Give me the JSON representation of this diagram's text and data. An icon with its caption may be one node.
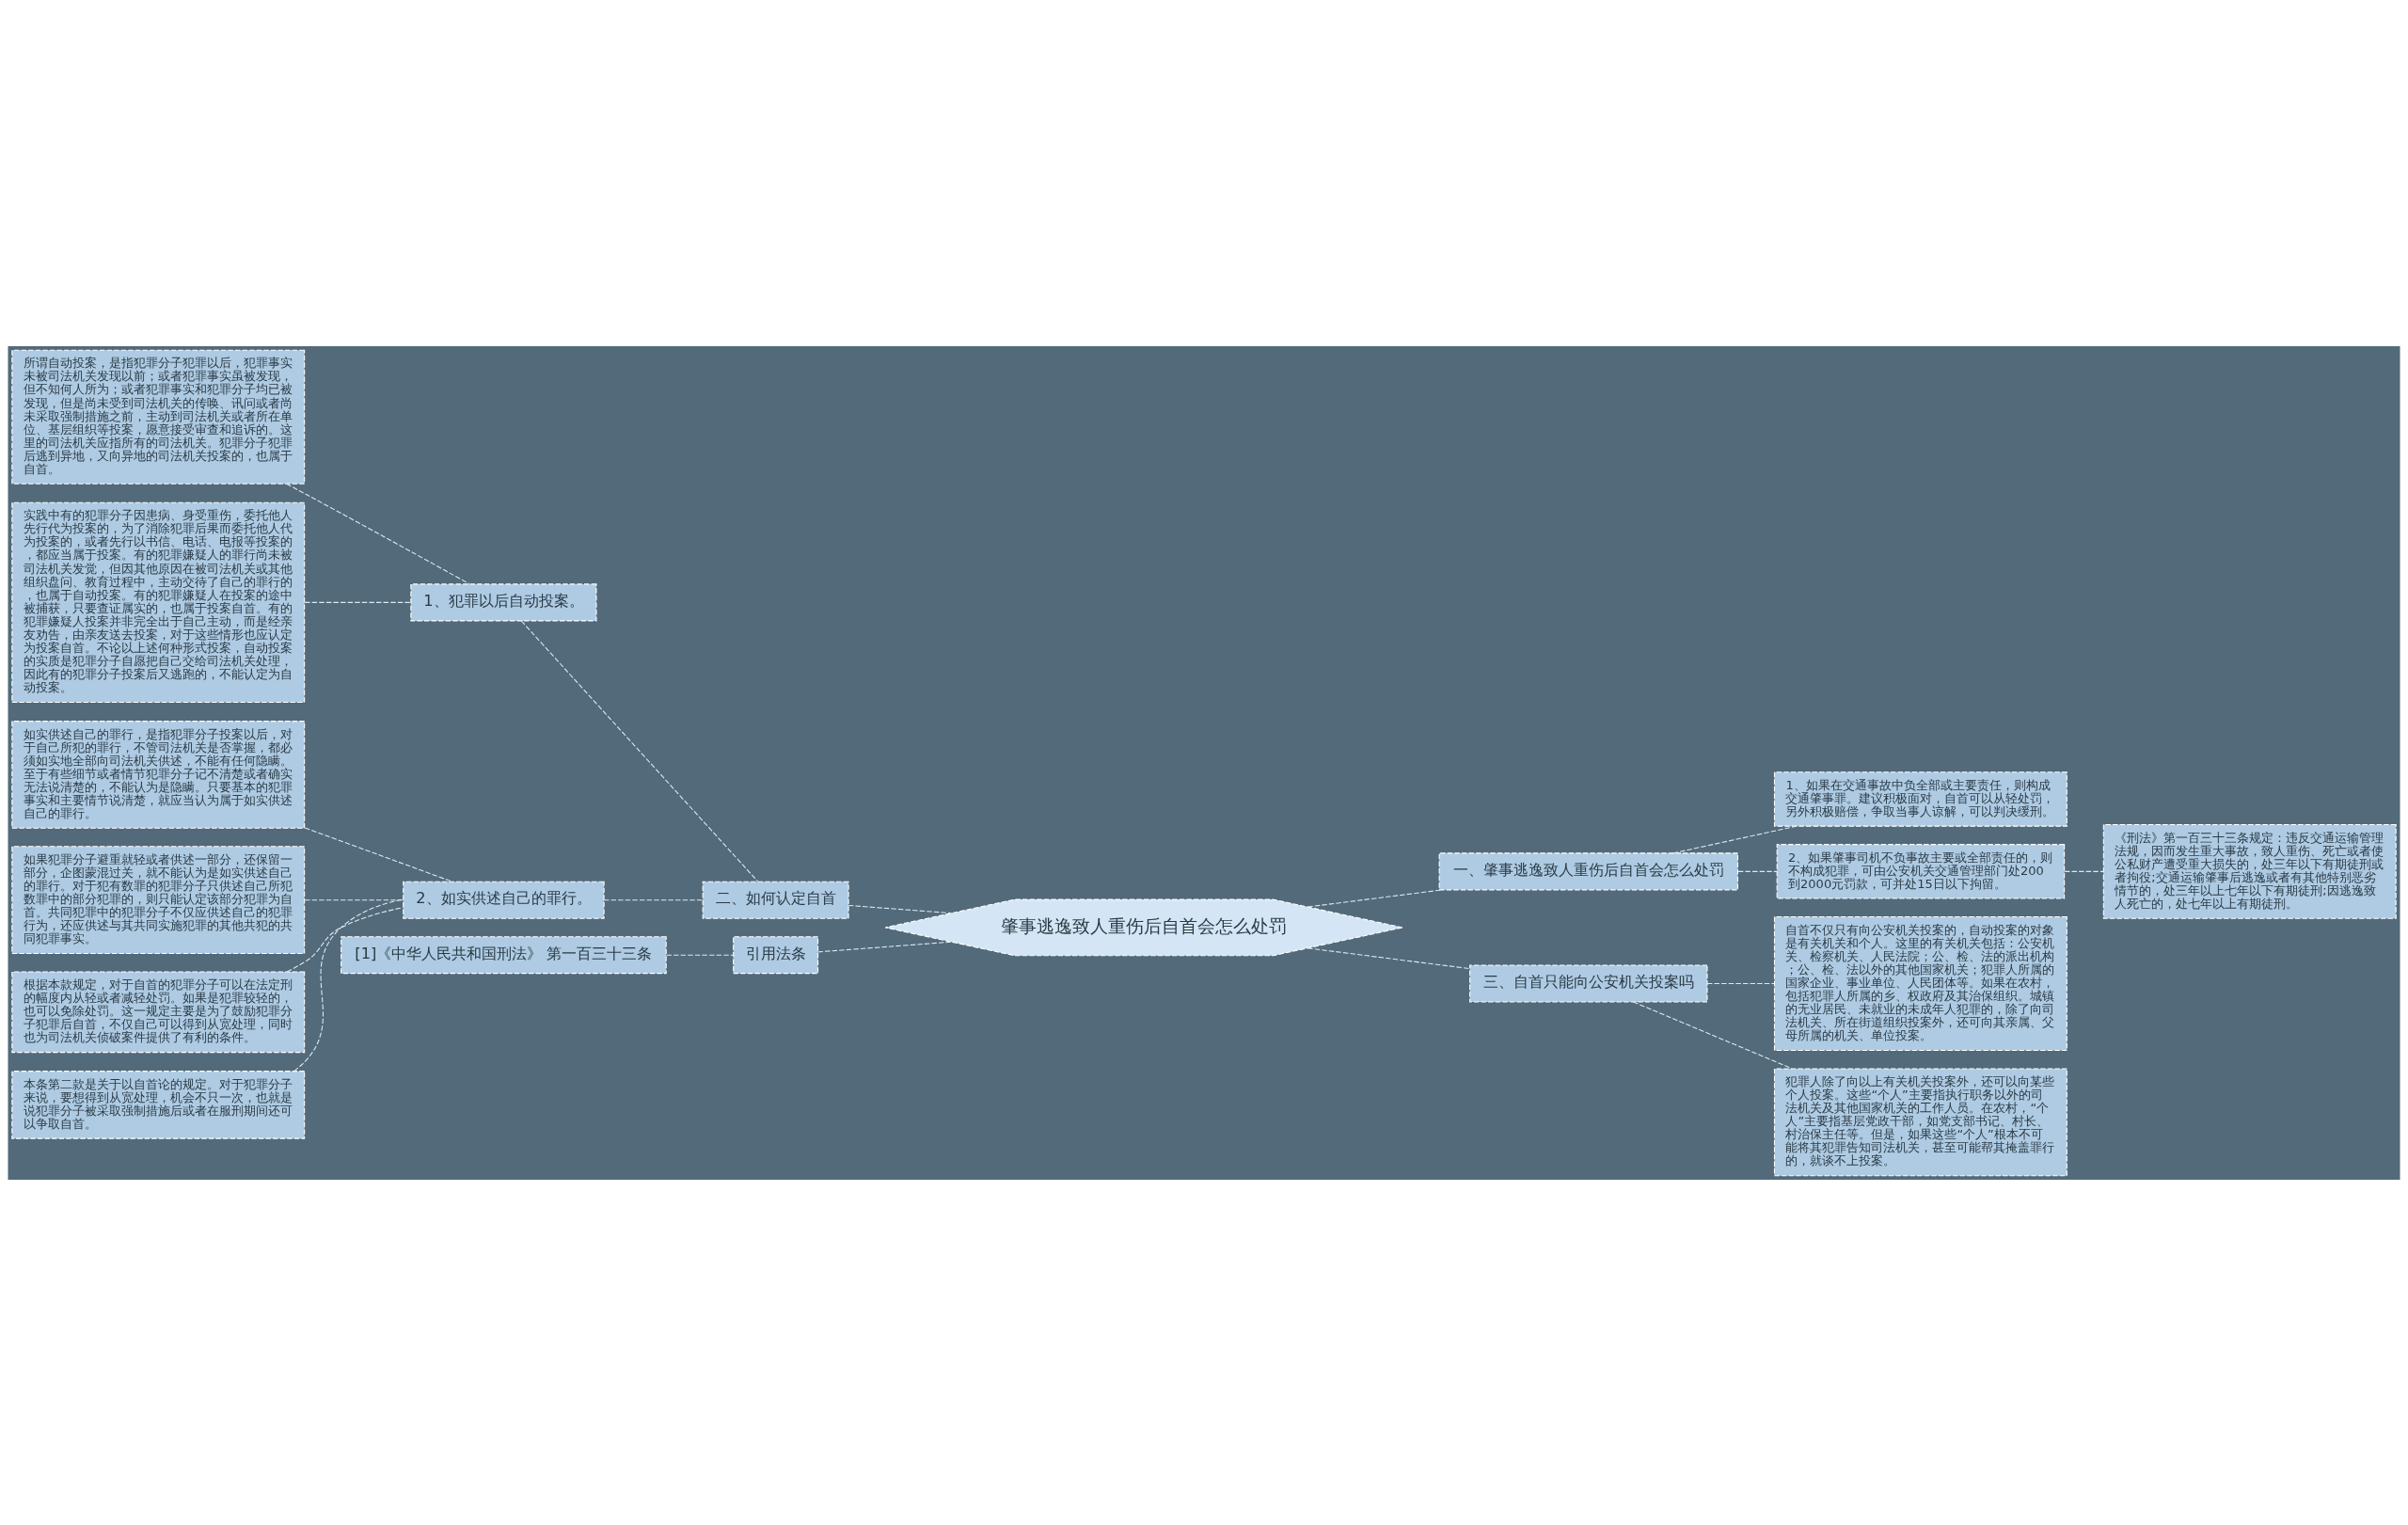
{
  "diagram": {
    "nodes": [
      {
        "text": [
          "肇事逃逸致人重伤后自首会怎么处罚"
        ]
      },
      {
        "text": [
          "二、如何认定自首"
        ]
      },
      {
        "text": [
          "1、犯罪以后自动投案。"
        ]
      },
      {
        "text": [
          "所谓自动投案，是指犯罪分子犯罪以后，犯罪事实未被司法机关发现以前；或者犯罪事实虽被发现，但不知何人所为；或者犯罪事实和犯罪分子均已被发现，但是尚未受到司法机关的传唤、讯问或者尚未采取强制措施之前，主动到司法机关或者所在单位、基层组织等投案，愿意接受审查和追诉的。这里的司法机关应指所有的司法机关。犯罪分子犯罪后逃到异地，又向异地的司法机关投案的，也属于自首。"
        ]
      },
      {
        "text": [
          "实践中有的犯罪分子因患病、身受重伤，委托他人先行代为投案的，为了消除犯罪后果而委托他人代为投案的，或者先行以书信、电话、电报等投案的，都应当属于投案。有的犯罪嫌疑人的罪行尚未被司法机关发觉，但因其他原因在被司法机关或其他组织盘问、教育过程中，主动交待了自己的罪行的，也属于自动投案。有的犯罪嫌疑人在投案的途中被捕获，只要查证属实的，也属于投案自首。有的犯罪嫌疑人投案并非完全出于自己主动，而是经亲友劝告，由亲友送去投案，对于这些情形也应认定为投案自首。不论以上述何种形式投案，自动投案的实质是犯罪分子自愿把自己交给司法机关处理，因此有的犯罪分子投案后又逃跑的，不能认定为自动投案。"
        ]
      },
      {
        "text": [
          "2、如实供述自己的罪行。"
        ]
      },
      {
        "text": [
          "如实供述自己的罪行，是指犯罪分子投案以后，对于自己所犯的罪行，不管司法机关是否掌握，都必须如实地全部向司法机关供述，不能有任何隐瞒。至于有些细节或者情节犯罪分子记不清楚或者确实无法说清楚的，不能认为是隐瞒。只要基本的犯罪事实和主要情节说清楚，就应当认为属于如实供述自己的罪行。"
        ]
      },
      {
        "text": [
          "如果犯罪分子避重就轻或者供述一部分，还保留一部分，企图蒙混过关，就不能认为是如实供述自己的罪行。对于犯有数罪的犯罪分子只供述自己所犯数罪中的部分犯罪的，则只能认定该部分犯罪为自首。共同犯罪中的犯罪分子不仅应供述自己的犯罪行为，还应供述与其共同实施犯罪的其他共犯的共同犯罪事实。"
        ]
      },
      {
        "text": [
          "根据本款规定，对于自首的犯罪分子可以在法定刑的幅度内从轻或者减轻处罚。如果是犯罪较轻的，也可以免除处罚。这一规定主要是为了鼓励犯罪分子犯罪后自首，不仅自己可以得到从宽处理，同时也为司法机关侦破案件提供了有利的条件。"
        ]
      },
      {
        "text": [
          "本条第二款是关于以自首论的规定。对于犯罪分子来说，要想得到从宽处理，机会不只一次，也就是说犯罪分子被采取强制措施后或者在服刑期间还可以争取自首。"
        ]
      },
      {
        "text": [
          "引用法条"
        ]
      },
      {
        "text": [
          "[1]《中华人民共和国刑法》 第一百三十三条"
        ]
      },
      {
        "text": [
          "一、肇事逃逸致人重伤后自首会怎么处罚"
        ]
      },
      {
        "text": [
          "1、如果在交通事故中负全部或主要责任，则构成交通肇事罪。建议积极面对，自首可以从轻处罚，另外积极赔偿，争取当事人谅解，可以判决缓刑。"
        ]
      },
      {
        "text": [
          "2、如果肇事司机不负事故主要或全部责任的，则不构成犯罪，可由公安机关交通管理部门处200到2000元罚款，可并处15日以下拘留。"
        ]
      },
      {
        "text": [
          "《刑法》第一百三十三条规定：违反交通运输管理法规，因而发生重大事故，致人重伤、死亡或者使公私财产遭受重大损失的，处三年以下有期徒刑或者拘役;交通运输肇事后逃逸或者有其他特别恶劣情节的，处三年以上七年以下有期徒刑;因逃逸致人死亡的，处七年以上有期徒刑。"
        ]
      },
      {
        "text": [
          "三、自首只能向公安机关投案吗"
        ]
      },
      {
        "text": [
          "自首不仅只有向公安机关投案的，自动投案的对象是有关机关和个人。这里的有关机关包括：公安机关、检察机关、人民法院；公、检、法的派出机构；公、检、法以外的其他国家机关；犯罪人所属的国家企业、事业单位、人民团体等。如果在农村，包括犯罪人所属的乡、权政府及其治保组织。城镇的无业居民、未就业的未成年人犯罪的，除了向司法机关、所在街道组织投案外，还可向其亲属、父母所属的机关、单位投案。"
        ]
      },
      {
        "text": [
          "犯罪人除了向以上有关机关投案外，还可以向某些个人投案。这些“个人”主要指执行职务以外的司法机关及其他国家机关的工作人员。在农村，“个人”主要指基层党政干部，如党支部书记、村长、村治保主任等。但是，如果这些“个人”根本不可能将其犯罪告知司法机关，甚至可能帮其掩盖罪行的，就谈不上投案。"
        ]
      }
    ],
    "edges": [
      {
        "from": 1,
        "to": 0,
        "arrow": "none",
        "style": "dashed"
      },
      {
        "from": 2,
        "to": 1,
        "arrow": "none",
        "style": "dashed"
      },
      {
        "from": 3,
        "to": 2,
        "arrow": "none",
        "style": "dashed"
      },
      {
        "from": 4,
        "to": 2,
        "arrow": "none",
        "style": "dashed"
      },
      {
        "from": 5,
        "to": 1,
        "arrow": "none",
        "style": "dashed"
      },
      {
        "from": 6,
        "to": 5,
        "arrow": "none",
        "style": "dashed"
      },
      {
        "from": 7,
        "to": 5,
        "arrow": "none",
        "style": "dashed"
      },
      {
        "from": 8,
        "to": 5,
        "arrow": "none",
        "style": "dashed"
      },
      {
        "from": 9,
        "to": 5,
        "arrow": "none",
        "style": "dashed"
      },
      {
        "from": 10,
        "to": 0,
        "arrow": "none",
        "style": "dashed"
      },
      {
        "from": 11,
        "to": 10,
        "arrow": "none",
        "style": "dashed"
      },
      {
        "from": 0,
        "to": 12,
        "arrow": "none",
        "style": "dashed"
      },
      {
        "from": 12,
        "to": 13,
        "arrow": "none",
        "style": "dashed"
      },
      {
        "from": 12,
        "to": 14,
        "arrow": "none",
        "style": "dashed"
      },
      {
        "from": 14,
        "to": 15,
        "arrow": "none",
        "style": "dashed"
      },
      {
        "from": 0,
        "to": 16,
        "arrow": "none",
        "style": "dashed"
      },
      {
        "from": 16,
        "to": 17,
        "arrow": "none",
        "style": "dashed"
      },
      {
        "from": 16,
        "to": 18,
        "arrow": "none",
        "style": "dashed"
      }
    ]
  }
}
